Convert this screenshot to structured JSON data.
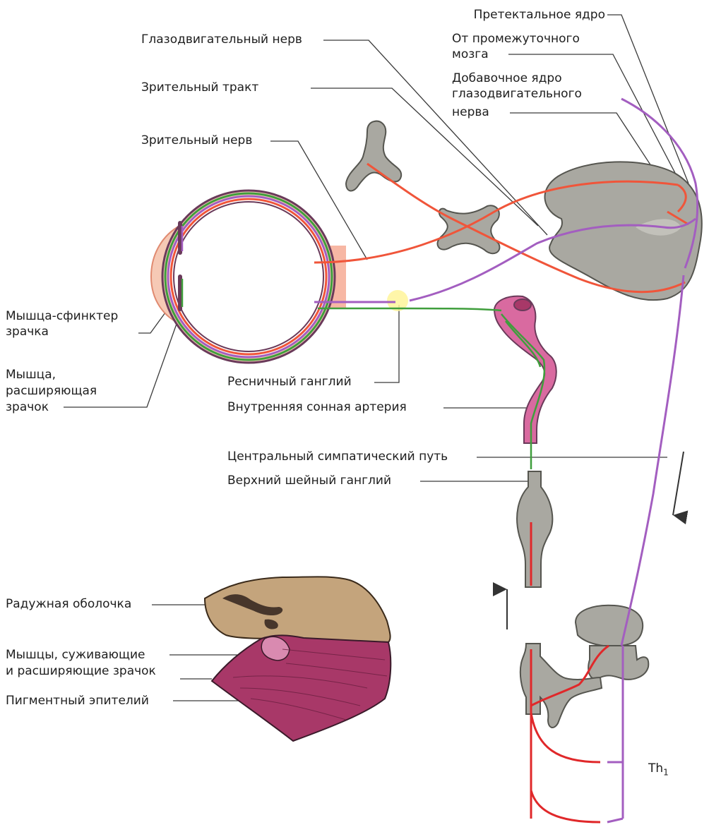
{
  "labels": {
    "pretectal_nucleus": "Претектальное ядро",
    "from_diencephalon_1": "От промежуточного",
    "from_diencephalon_2": "мозга",
    "accessory_nucleus_1": "Добавочное ядро",
    "accessory_nucleus_2": "глазодвигательного",
    "accessory_nucleus_3": "нерва",
    "oculomotor_nerve": "Глазодвигательный нерв",
    "optic_tract": "Зрительный тракт",
    "optic_nerve": "Зрительный нерв",
    "sphincter_1": "Мышца-сфинктер",
    "sphincter_2": "зрачка",
    "dilator_1": "Мышца,",
    "dilator_2": "расширяющая",
    "dilator_3": "зрачок",
    "ciliary_ganglion": "Ресничный ганглий",
    "internal_carotid": "Внутренняя сонная артерия",
    "central_sympathetic": "Центральный симпатический путь",
    "superior_cervical_ganglion": "Верхний шейный ганглий",
    "iris": "Радужная оболочка",
    "muscles_1": "Мышцы, суживающие",
    "muscles_2": "и расширяющие зрачок",
    "pigment_epithelium": "Пигментный эпителий",
    "segment_base": "Th",
    "segment_sub": "1"
  },
  "colors": {
    "parasympathetic": "#f0553a",
    "oculomotor_path": "#a35ec0",
    "sympathetic": "#3f9e3c",
    "postganglionic": "#e0282a",
    "tissue": "#a9a8a1",
    "iris": "#c4a47c",
    "muscle": "#a83868"
  }
}
